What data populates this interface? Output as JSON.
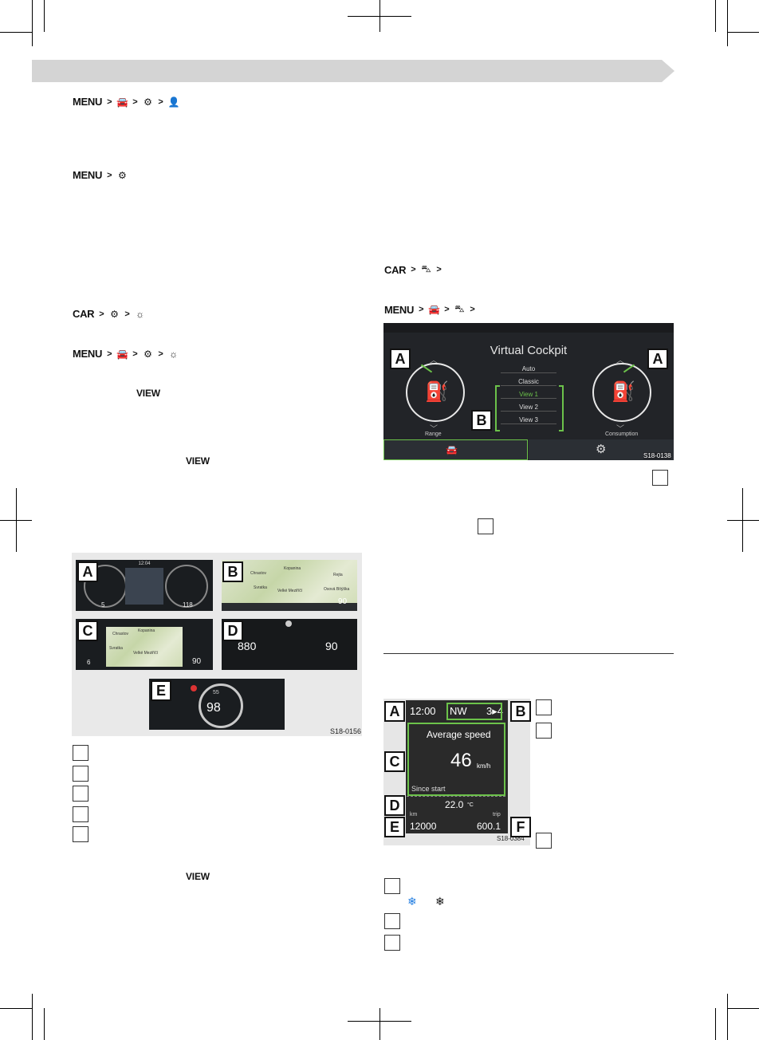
{
  "header": {
    "banner_text": ""
  },
  "left_column": {
    "path1": {
      "start": "MENU",
      "icons": [
        "car-icon",
        "settings-icon",
        "driver-profile-icon"
      ]
    },
    "path2": {
      "start": "MENU",
      "icons": [
        "settings-icon"
      ]
    },
    "path3": {
      "start": "CAR",
      "icons": [
        "settings-icon",
        "light-icon"
      ]
    },
    "path4": {
      "start": "MENU",
      "icons": [
        "car-icon",
        "settings-icon",
        "light-icon"
      ]
    },
    "view_label_1": "VIEW",
    "view_label_2": "VIEW",
    "view_label_3": "VIEW"
  },
  "figure_views": {
    "letters": [
      "A",
      "B",
      "C",
      "D",
      "E"
    ],
    "a": {
      "top_value": "12:04",
      "left_num": "5",
      "right_num": "118"
    },
    "b": {
      "towns": [
        "Chrastov",
        "Kopanina",
        "Rejta",
        "Svratka",
        "Velké Meziříčí",
        "Osová Bítýška"
      ],
      "right_num": "90"
    },
    "c": {
      "towns": [
        "Chrastov",
        "Kopanina",
        "Svratka",
        "Velké Meziříčí"
      ],
      "left_num": "6",
      "right_num": "90"
    },
    "d": {
      "left_num": "880",
      "right_num": "90"
    },
    "e": {
      "speed_limit": "55",
      "speed": "98"
    },
    "code": "S18-0156"
  },
  "right_column": {
    "path5": {
      "start": "CAR",
      "icons": [
        "drive-mode-icon"
      ]
    },
    "path6": {
      "start": "MENU",
      "icons": [
        "car-icon",
        "drive-mode-icon"
      ]
    }
  },
  "virtual_cockpit": {
    "title": "Virtual Cockpit",
    "options": [
      "Auto",
      "Classic",
      "View 1",
      "View 2",
      "View 3"
    ],
    "selected": "View 1",
    "left_label": "Range",
    "right_label": "Consumption",
    "letters": {
      "left": "A",
      "middle": "B",
      "right": "A"
    },
    "code": "S18-0138",
    "accent": "#6cc24a"
  },
  "mfd": {
    "time": "12:00",
    "compass": "NW",
    "gear": "3▸4",
    "title": "Average speed",
    "value": "46",
    "unit": "km/h",
    "since": "Since start",
    "temp": "22.0",
    "temp_unit": "°C",
    "km_label": "km",
    "km_value": "12000",
    "trip_label": "trip",
    "trip_value": "600.1",
    "letters": [
      "A",
      "B",
      "C",
      "D",
      "E",
      "F"
    ],
    "code": "S18-0384"
  }
}
